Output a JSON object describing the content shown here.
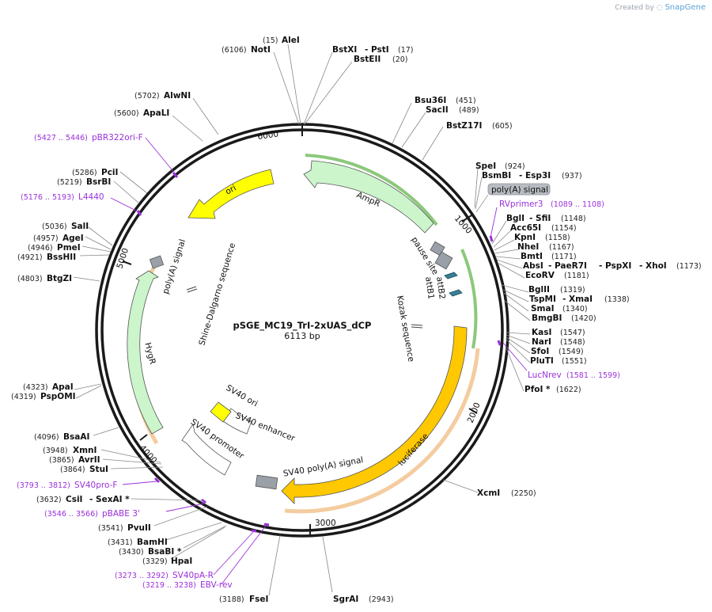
{
  "header": {
    "created_by": "Created by",
    "brand": "SnapGene"
  },
  "plasmid": {
    "name": "pSGE_MC19_TrI-2xUAS_dCP",
    "size_label": "6113 bp",
    "length": 6113
  },
  "ticks": [
    "1000",
    "2000",
    "3000",
    "4000",
    "5000",
    "6000"
  ],
  "enzymes": [
    {
      "label": "AleI",
      "pos": "(15)"
    },
    {
      "label": "NotI",
      "pos": "(6106)"
    },
    {
      "label": "BstXI",
      "pos": ""
    },
    {
      "label": "- PstI",
      "pos": "(17)"
    },
    {
      "label": "BstEII",
      "pos": "(20)"
    },
    {
      "label": "AlwNI",
      "pos": "(5702)"
    },
    {
      "label": "ApaLI",
      "pos": "(5600)"
    },
    {
      "label": "Bsu36I",
      "pos": "(451)"
    },
    {
      "label": "SacII",
      "pos": "(489)"
    },
    {
      "label": "BstZ17I",
      "pos": "(605)"
    },
    {
      "label": "SpeI",
      "pos": "(924)"
    },
    {
      "label": "BsmBI",
      "pos": ""
    },
    {
      "label": "- Esp3I",
      "pos": "(937)"
    },
    {
      "label": "BglI",
      "pos": ""
    },
    {
      "label": "- SfiI",
      "pos": "(1148)"
    },
    {
      "label": "Acc65I",
      "pos": "(1154)"
    },
    {
      "label": "KpnI",
      "pos": "(1158)"
    },
    {
      "label": "NheI",
      "pos": "(1167)"
    },
    {
      "label": "BmtI",
      "pos": "(1171)"
    },
    {
      "label": "AbsI",
      "pos": ""
    },
    {
      "label": "- PaeR7I",
      "pos": ""
    },
    {
      "label": "- PspXI",
      "pos": ""
    },
    {
      "label": "- XhoI",
      "pos": "(1173)"
    },
    {
      "label": "EcoRV",
      "pos": "(1181)"
    },
    {
      "label": "BglII",
      "pos": "(1319)"
    },
    {
      "label": "TspMI",
      "pos": ""
    },
    {
      "label": "- XmaI",
      "pos": "(1338)"
    },
    {
      "label": "SmaI",
      "pos": "(1340)"
    },
    {
      "label": "BmgBI",
      "pos": "(1420)"
    },
    {
      "label": "KasI",
      "pos": "(1547)"
    },
    {
      "label": "NarI",
      "pos": "(1548)"
    },
    {
      "label": "SfoI",
      "pos": "(1549)"
    },
    {
      "label": "PluTI",
      "pos": "(1551)"
    },
    {
      "label": "PfoI *",
      "pos": "(1622)"
    },
    {
      "label": "XcmI",
      "pos": "(2250)"
    },
    {
      "label": "SgrAI",
      "pos": "(2943)"
    },
    {
      "label": "FseI",
      "pos": "(3188)"
    },
    {
      "label": "HpaI",
      "pos": "(3329)"
    },
    {
      "label": "BsaBI *",
      "pos": "(3430)"
    },
    {
      "label": "BamHI",
      "pos": "(3431)"
    },
    {
      "label": "PvuII",
      "pos": "(3541)"
    },
    {
      "label": "CsiI",
      "pos": ""
    },
    {
      "label": "- SexAI *",
      "pos": "(3632)"
    },
    {
      "label": "StuI",
      "pos": "(3864)"
    },
    {
      "label": "AvrII",
      "pos": "(3865)"
    },
    {
      "label": "XmnI",
      "pos": "(3948)"
    },
    {
      "label": "BsaAI",
      "pos": "(4096)"
    },
    {
      "label": "ApaI",
      "pos": "(4323)"
    },
    {
      "label": "PspOMI",
      "pos": "(4319)"
    },
    {
      "label": "BtgZI",
      "pos": "(4803)"
    },
    {
      "label": "BssHII",
      "pos": "(4921)"
    },
    {
      "label": "PmeI",
      "pos": "(4946)"
    },
    {
      "label": "AgeI",
      "pos": "(4957)"
    },
    {
      "label": "SalI",
      "pos": "(5036)"
    },
    {
      "label": "BsrBI",
      "pos": "(5219)"
    },
    {
      "label": "PciI",
      "pos": "(5286)"
    }
  ],
  "primers": [
    {
      "label": "pBR322ori-F",
      "pos": "(5427 .. 5446)"
    },
    {
      "label": "L4440",
      "pos": "(5176 .. 5193)"
    },
    {
      "label": "RVprimer3",
      "pos": "(1089 .. 1108)"
    },
    {
      "label": "LucNrev",
      "pos": "(1581 .. 1599)"
    },
    {
      "label": "SV40pro-F",
      "pos": "(3793 .. 3812)"
    },
    {
      "label": "pBABE 3'",
      "pos": "(3546 .. 3566)"
    },
    {
      "label": "SV40pA-R",
      "pos": "(3273 .. 3292)"
    },
    {
      "label": "EBV-rev",
      "pos": "(3219 .. 3238)"
    }
  ],
  "features": {
    "ampr": "AmpR",
    "ori": "ori",
    "hygr": "HygR",
    "luciferase": "luciferase",
    "pause_site": "pause site",
    "attb1": "attB1",
    "attb2": "attB2",
    "polya_callout": "poly(A) signal",
    "polya_left": "poly(A) signal",
    "shine_dalgarno": "Shine-Dalgarno sequence",
    "kozak": "Kozak sequence",
    "sv40_ori": "SV40 ori",
    "sv40_enhancer": "SV40 enhancer",
    "sv40_promoter": "SV40 promoter",
    "sv40_polya": "SV40 poly(A) signal"
  },
  "colors": {
    "backbone": "#1a1a1a",
    "ampr_fill": "#ccf5cc",
    "ori_fill": "#ffff00",
    "luciferase_fill": "#ffc800",
    "primer": "#9b30d9",
    "highlight_green": "#2e9a0e",
    "highlight_orange": "#e99a40",
    "feature_grey": "#9aa0a8",
    "attb_teal": "#3a7f95"
  }
}
